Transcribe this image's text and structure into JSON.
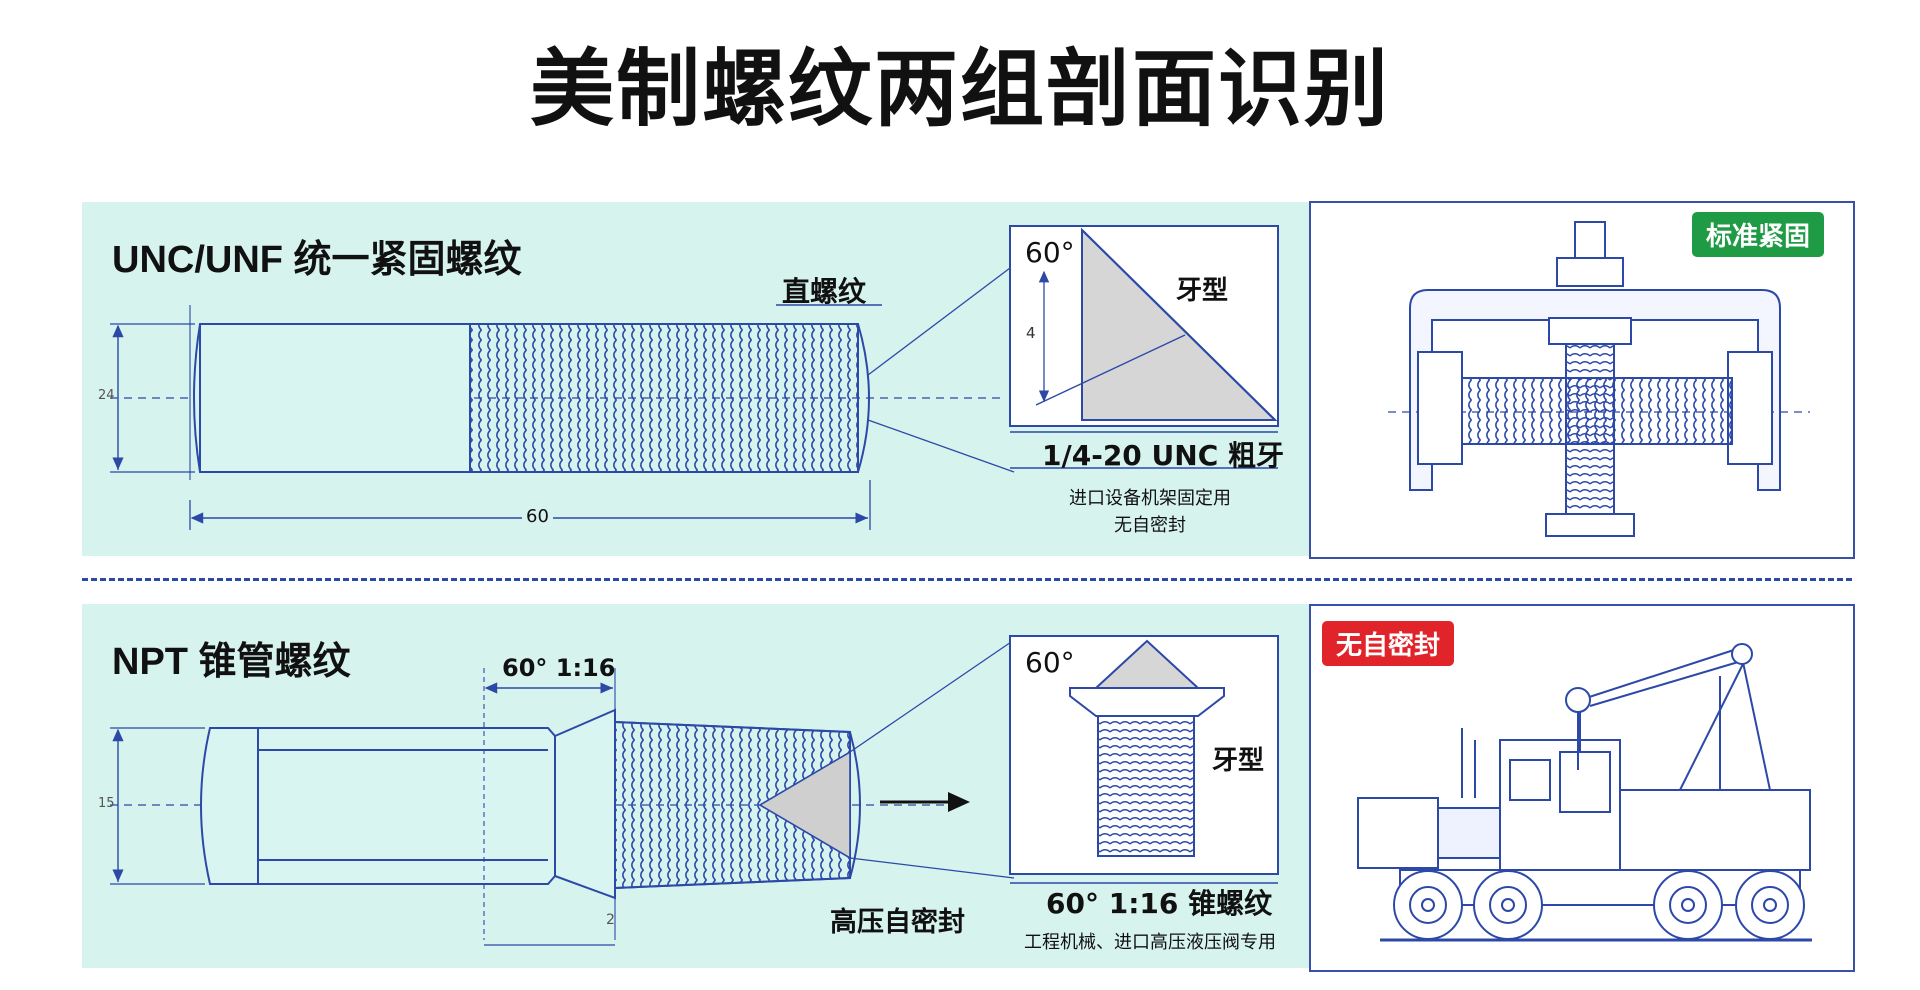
{
  "title": "美制螺纹两组剖面识别",
  "top": {
    "heading": "UNC/UNF 统一紧固螺纹",
    "straight_label": "直螺纹",
    "dim_length": "60",
    "dim_dia": "24",
    "inset": {
      "angle": "60°",
      "profile": "牙型",
      "height": "4"
    },
    "spec": "1/4-20 UNC 粗牙",
    "usage_line1": "进口设备机架固定用",
    "usage_line2": "无自密封",
    "badge": "标准紧固",
    "badge_color": "#1f9b46"
  },
  "bottom": {
    "heading": "NPT 锥管螺纹",
    "taper_label": "60° 1:16",
    "dim_dia": "15",
    "dim_small": "2",
    "seal_label": "高压自密封",
    "inset": {
      "angle": "60°",
      "profile": "牙型"
    },
    "spec": "60° 1:16 锥螺纹",
    "usage": "工程机械、进口高压液压阀专用",
    "badge": "无自密封",
    "badge_color": "#e0242a"
  },
  "colors": {
    "panel": "#d6f3ee",
    "line": "#2c49a8",
    "accent": "#3a4fa8"
  }
}
